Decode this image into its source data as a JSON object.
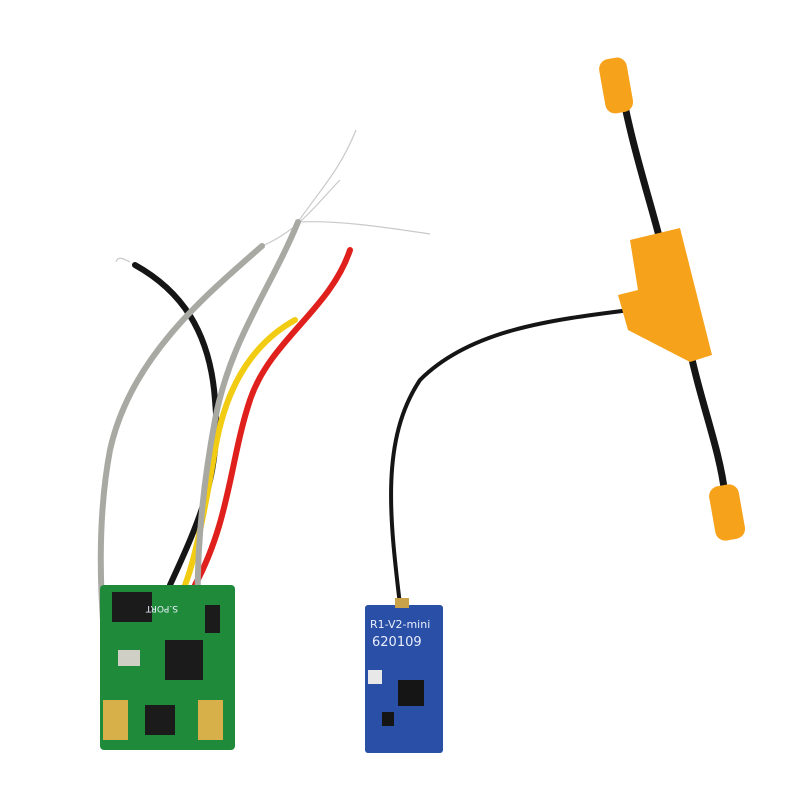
{
  "photo": {
    "left_board": {
      "silkscreen": "S.PORT",
      "color": "#1f8a3a"
    },
    "right_board": {
      "line1": "R1-V2-mini",
      "line2": "620109",
      "color": "#2a4fa6"
    },
    "antenna_color": "#f7a21b",
    "wire_colors": {
      "black": "#151515",
      "gray": "#a9a9a4",
      "yellow": "#f2cc12",
      "red": "#e0201c"
    }
  }
}
